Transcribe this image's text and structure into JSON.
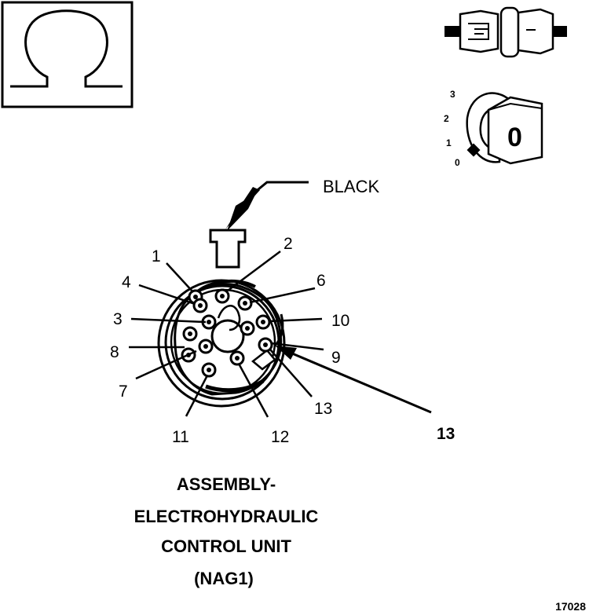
{
  "symbols": {
    "ohm_symbol": "Ω",
    "connector_icon": "connector-disconnect-icon",
    "ignition_key_icon": "ignition-key-icon"
  },
  "ignition": {
    "positions": [
      "3",
      "2",
      "1",
      "0"
    ],
    "key_label": "0"
  },
  "wire": {
    "color_label": "BLACK"
  },
  "pins": [
    {
      "id": "1",
      "label": "1"
    },
    {
      "id": "2",
      "label": "2"
    },
    {
      "id": "3",
      "label": "3"
    },
    {
      "id": "4",
      "label": "4"
    },
    {
      "id": "6",
      "label": "6"
    },
    {
      "id": "7",
      "label": "7"
    },
    {
      "id": "8",
      "label": "8"
    },
    {
      "id": "9",
      "label": "9"
    },
    {
      "id": "10",
      "label": "10"
    },
    {
      "id": "11",
      "label": "11"
    },
    {
      "id": "12",
      "label": "12"
    },
    {
      "id": "13a",
      "label": "13"
    },
    {
      "id": "13b",
      "label": "13"
    }
  ],
  "caption": {
    "line1": "ASSEMBLY-",
    "line2": "ELECTROHYDRAULIC",
    "line3": "CONTROL UNIT",
    "line4": "(NAG1)"
  },
  "figure_id": "17028"
}
